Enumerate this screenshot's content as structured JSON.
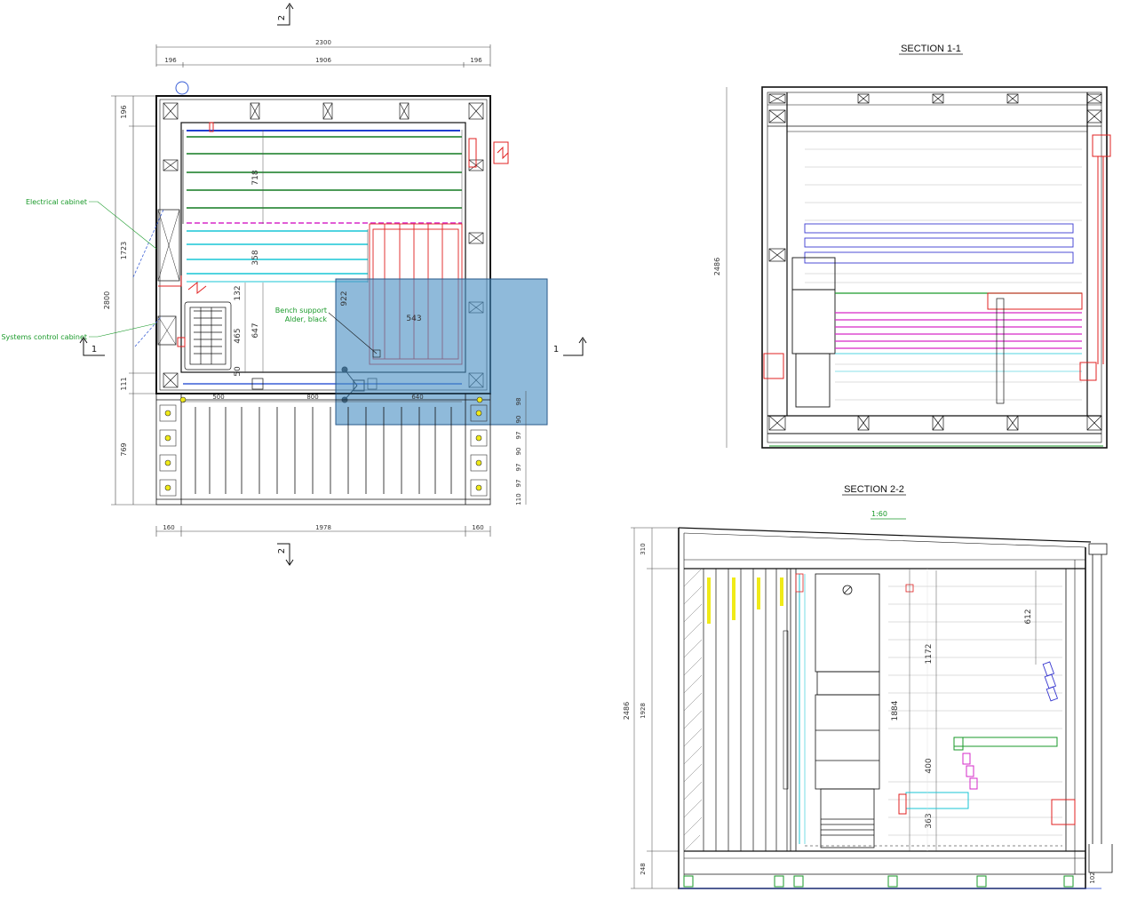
{
  "plan": {
    "top_dims": {
      "overall": "2300",
      "left": "196",
      "mid": "1906",
      "right": "196"
    },
    "bottom_dims": {
      "left": "160",
      "mid": "1978",
      "right": "160"
    },
    "left_dims": {
      "overall": "2800",
      "a": "196",
      "b": "1723",
      "c": "111",
      "d": "769"
    },
    "inner_dims": {
      "d718": "718",
      "d358": "358",
      "d132": "132",
      "d465": "465",
      "d647": "647",
      "d50": "50",
      "d922": "922",
      "d543": "543",
      "d500": "500",
      "d800": "800",
      "d640": "640"
    },
    "right_dims": [
      "98",
      "90",
      "97",
      "90",
      "97",
      "97",
      "110"
    ],
    "section_marks": {
      "top": "2",
      "bottom": "2",
      "left": "1",
      "right": "1"
    },
    "labels": {
      "electrical": "Electrical cabinet",
      "systems": "Systems control cabinet",
      "bench_line1": "Bench support",
      "bench_line2": "Alder, black"
    }
  },
  "section_1": {
    "title": "SECTION 1-1",
    "height_dim": "2486"
  },
  "section_2": {
    "title": "SECTION 2-2",
    "scale": "1:60",
    "height_dim": "2486",
    "dims": {
      "d310": "310",
      "d1928": "1928",
      "d248": "248",
      "d612": "612",
      "d1172": "1172",
      "d1884": "1884",
      "d400": "400",
      "d363": "363",
      "d102": "102"
    }
  },
  "colors": {
    "green": "#1a9a2a",
    "blue": "#1f3fd0",
    "cyan": "#19c6d6",
    "magenta": "#d628c8",
    "red": "#e02020",
    "overlay": "#4a90c4"
  }
}
